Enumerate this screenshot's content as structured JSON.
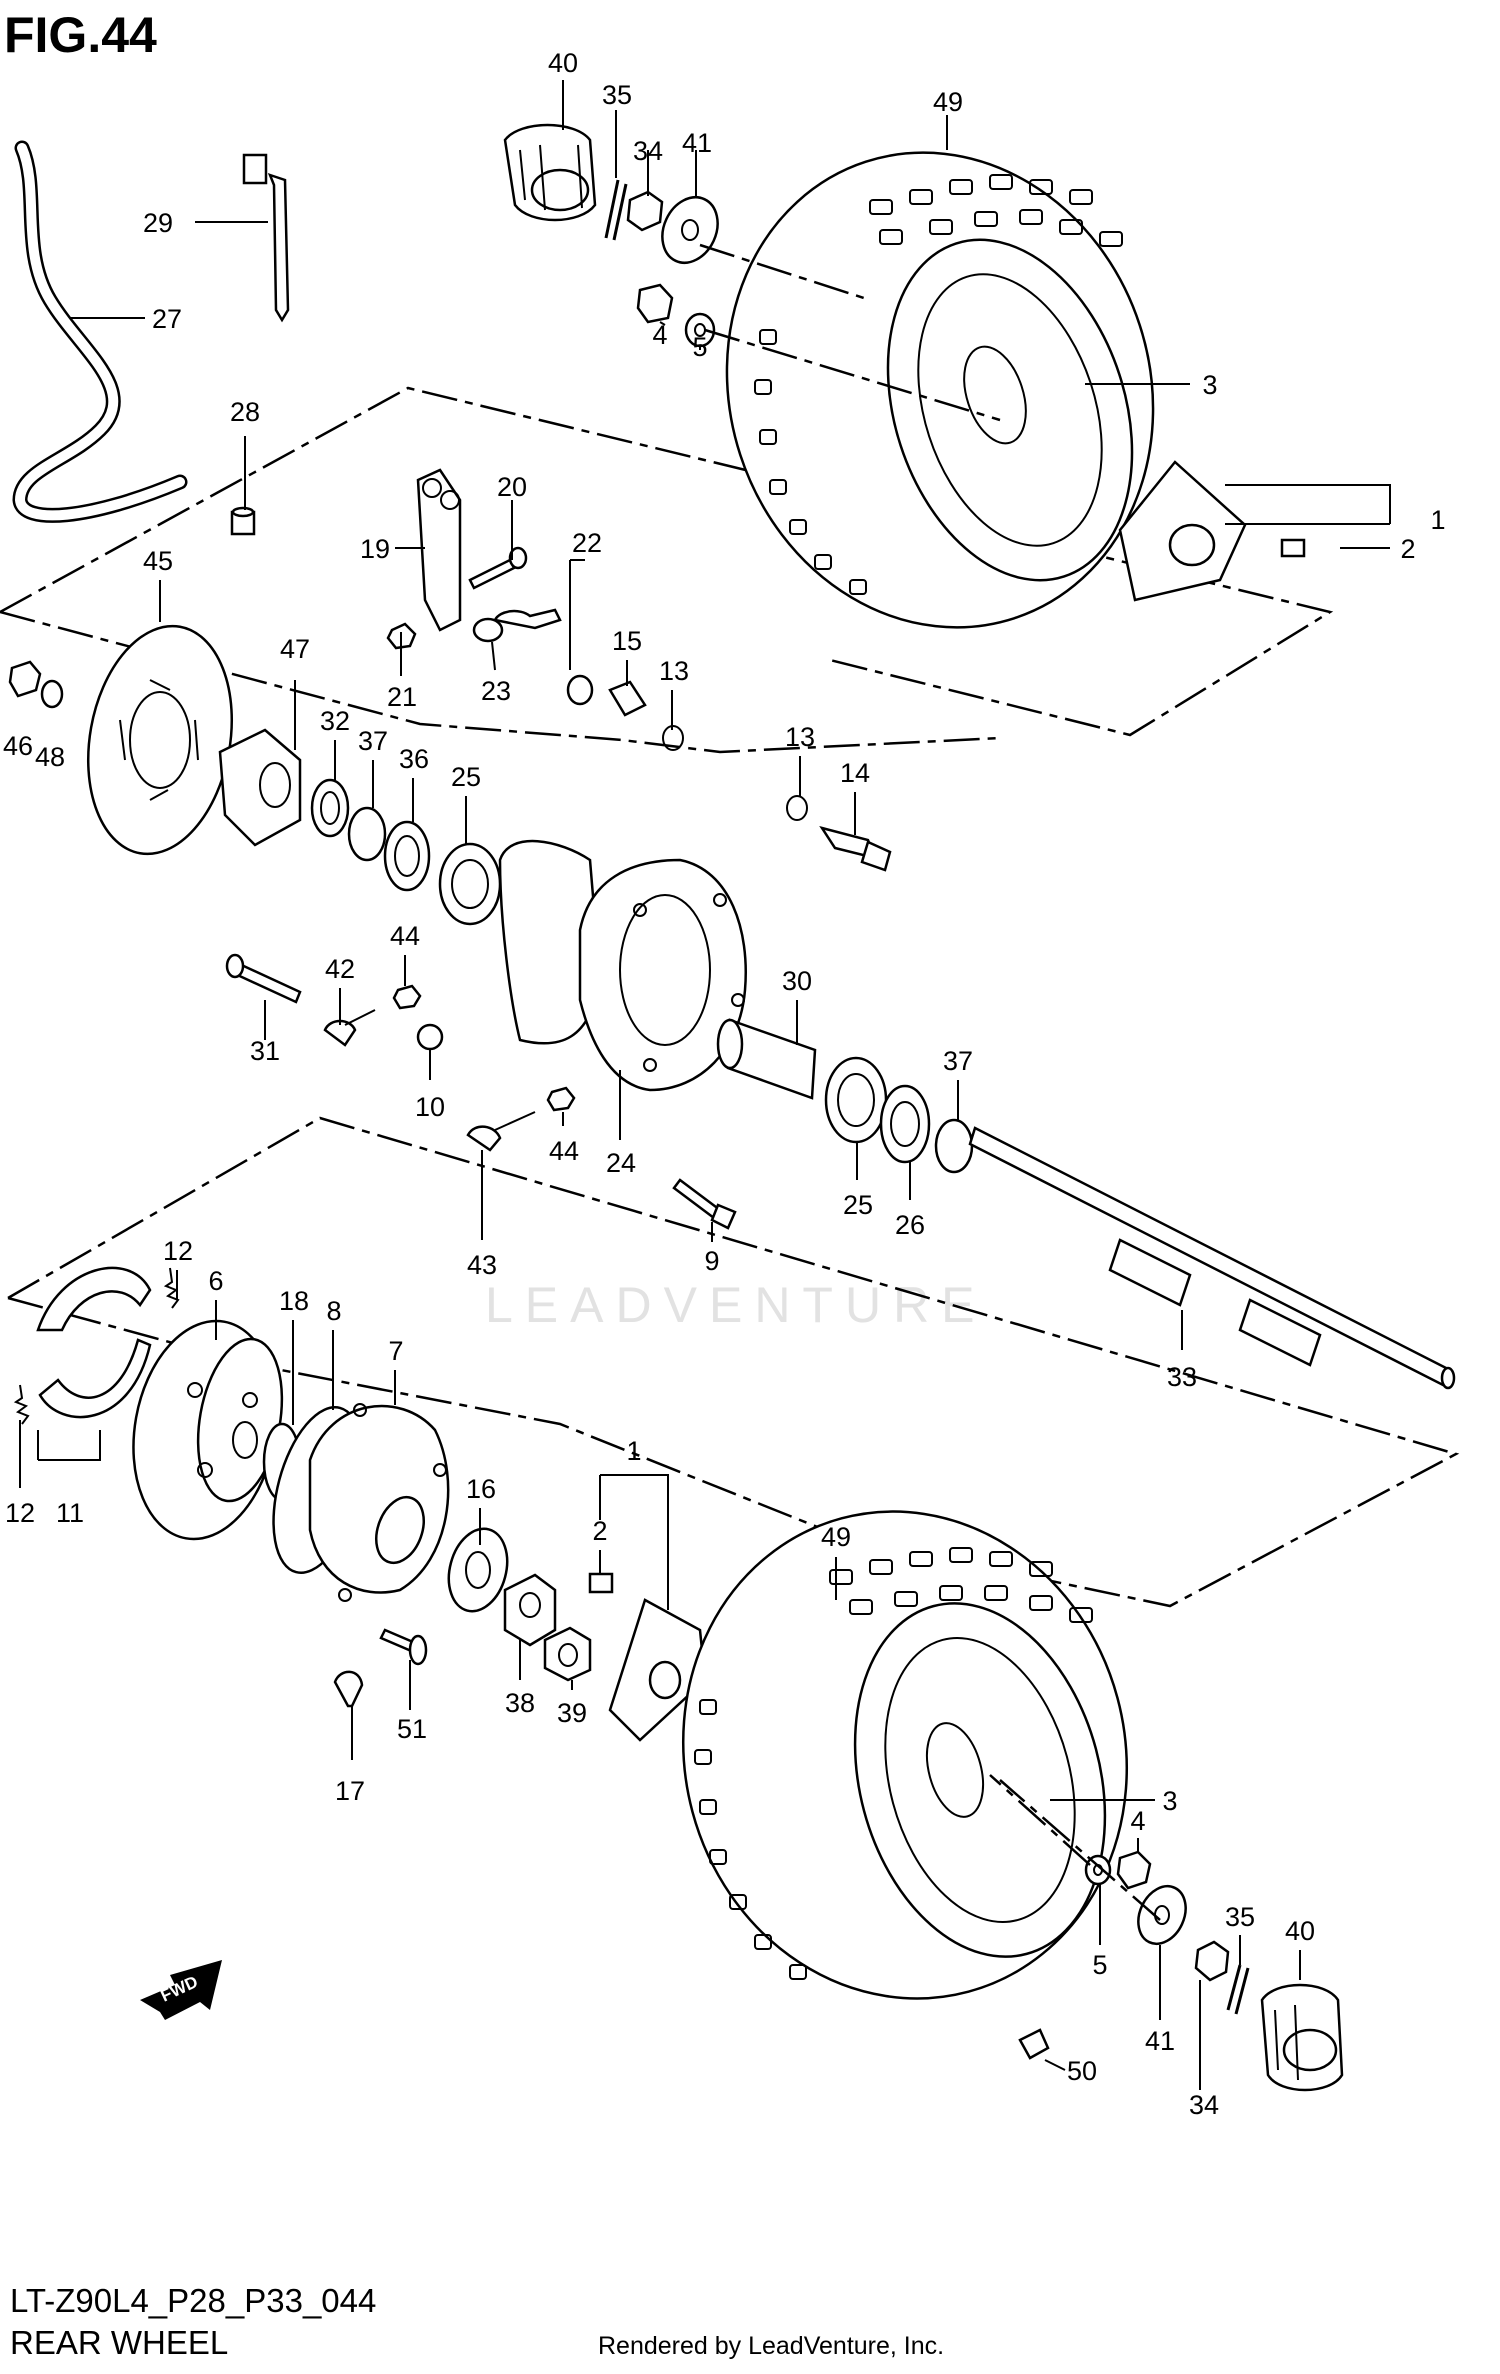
{
  "figure": {
    "title": "FIG.44",
    "code": "LT-Z90L4_P28_P33_044",
    "subtitle": "REAR WHEEL",
    "rendered_by": "Rendered by LeadVenture, Inc.",
    "watermark": "LEADVENTURE",
    "fwd_label": "FWD"
  },
  "callouts": [
    {
      "id": "c40a",
      "label": "40"
    },
    {
      "id": "c35a",
      "label": "35"
    },
    {
      "id": "c34a",
      "label": "34"
    },
    {
      "id": "c41a",
      "label": "41"
    },
    {
      "id": "c49a",
      "label": "49"
    },
    {
      "id": "c29",
      "label": "29"
    },
    {
      "id": "c27",
      "label": "27"
    },
    {
      "id": "c4a",
      "label": "4"
    },
    {
      "id": "c5a",
      "label": "5"
    },
    {
      "id": "c3a",
      "label": "3"
    },
    {
      "id": "c28",
      "label": "28"
    },
    {
      "id": "c1a",
      "label": "1"
    },
    {
      "id": "c2a",
      "label": "2"
    },
    {
      "id": "c20",
      "label": "20"
    },
    {
      "id": "c19",
      "label": "19"
    },
    {
      "id": "c22",
      "label": "22"
    },
    {
      "id": "c45",
      "label": "45"
    },
    {
      "id": "c15",
      "label": "15"
    },
    {
      "id": "c13a",
      "label": "13"
    },
    {
      "id": "c47",
      "label": "47"
    },
    {
      "id": "c21",
      "label": "21"
    },
    {
      "id": "c23",
      "label": "23"
    },
    {
      "id": "c32",
      "label": "32"
    },
    {
      "id": "c37a",
      "label": "37"
    },
    {
      "id": "c36",
      "label": "36"
    },
    {
      "id": "c25a",
      "label": "25"
    },
    {
      "id": "c46",
      "label": "46"
    },
    {
      "id": "c48",
      "label": "48"
    },
    {
      "id": "c13b",
      "label": "13"
    },
    {
      "id": "c14",
      "label": "14"
    },
    {
      "id": "c44a",
      "label": "44"
    },
    {
      "id": "c42",
      "label": "42"
    },
    {
      "id": "c30",
      "label": "30"
    },
    {
      "id": "c31",
      "label": "31"
    },
    {
      "id": "c37b",
      "label": "37"
    },
    {
      "id": "c10",
      "label": "10"
    },
    {
      "id": "c44b",
      "label": "44"
    },
    {
      "id": "c24",
      "label": "24"
    },
    {
      "id": "c25b",
      "label": "25"
    },
    {
      "id": "c26",
      "label": "26"
    },
    {
      "id": "c43",
      "label": "43"
    },
    {
      "id": "c9",
      "label": "9"
    },
    {
      "id": "c12a",
      "label": "12"
    },
    {
      "id": "c6",
      "label": "6"
    },
    {
      "id": "c18",
      "label": "18"
    },
    {
      "id": "c8",
      "label": "8"
    },
    {
      "id": "c7",
      "label": "7"
    },
    {
      "id": "c33",
      "label": "33"
    },
    {
      "id": "c12b",
      "label": "12"
    },
    {
      "id": "c11",
      "label": "11"
    },
    {
      "id": "c16",
      "label": "16"
    },
    {
      "id": "c1b",
      "label": "1"
    },
    {
      "id": "c2b",
      "label": "2"
    },
    {
      "id": "c49b",
      "label": "49"
    },
    {
      "id": "c51",
      "label": "51"
    },
    {
      "id": "c38",
      "label": "38"
    },
    {
      "id": "c39",
      "label": "39"
    },
    {
      "id": "c17",
      "label": "17"
    },
    {
      "id": "c3b",
      "label": "3"
    },
    {
      "id": "c4b",
      "label": "4"
    },
    {
      "id": "c35b",
      "label": "35"
    },
    {
      "id": "c40b",
      "label": "40"
    },
    {
      "id": "c5b",
      "label": "5"
    },
    {
      "id": "c41b",
      "label": "41"
    },
    {
      "id": "c34b",
      "label": "34"
    },
    {
      "id": "c50",
      "label": "50"
    }
  ]
}
